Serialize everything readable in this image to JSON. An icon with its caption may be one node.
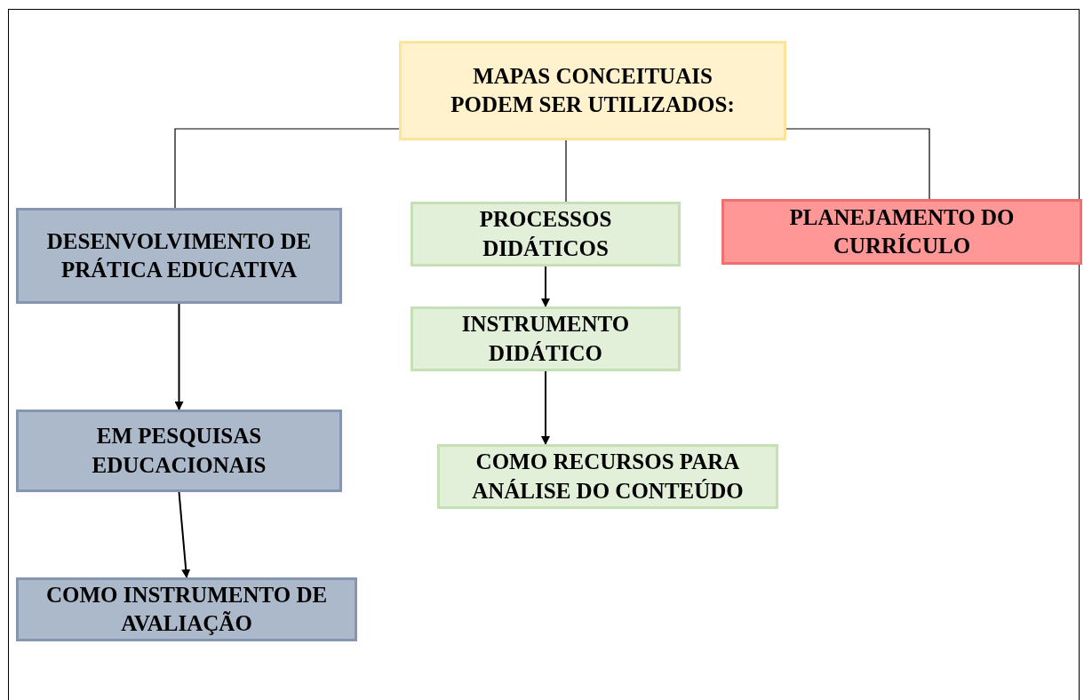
{
  "diagram": {
    "nodes": [
      {
        "text": [
          "MAPAS CONCEITUAIS PODEM SER UTILIZADOS:"
        ]
      },
      {
        "text": [
          "DESENVOLVIMENTO DE PRÁTICA EDUCATIVA"
        ]
      },
      {
        "text": [
          "PROCESSOS DIDÁTICOS"
        ]
      },
      {
        "text": [
          "PLANEJAMENTO DO CURRÍCULO"
        ]
      },
      {
        "text": [
          "INSTRUMENTO DIDÁTICO"
        ]
      },
      {
        "text": [
          "EM PESQUISAS EDUCACIONAIS"
        ]
      },
      {
        "text": [
          "COMO RECURSOS PARA ANÁLISE DO CONTEÚDO"
        ]
      },
      {
        "text": [
          "COMO INSTRUMENTO DE AVALIAÇÃO"
        ]
      }
    ],
    "edges": [
      {
        "from": 0,
        "to": 1,
        "arrow": "none"
      },
      {
        "from": 0,
        "to": 2,
        "arrow": "none"
      },
      {
        "from": 0,
        "to": 3,
        "arrow": "none"
      },
      {
        "from": 1,
        "to": 5,
        "arrow": "to"
      },
      {
        "from": 2,
        "to": 4,
        "arrow": "to"
      },
      {
        "from": 4,
        "to": 6,
        "arrow": "to"
      },
      {
        "from": 5,
        "to": 7,
        "arrow": "to"
      }
    ]
  }
}
